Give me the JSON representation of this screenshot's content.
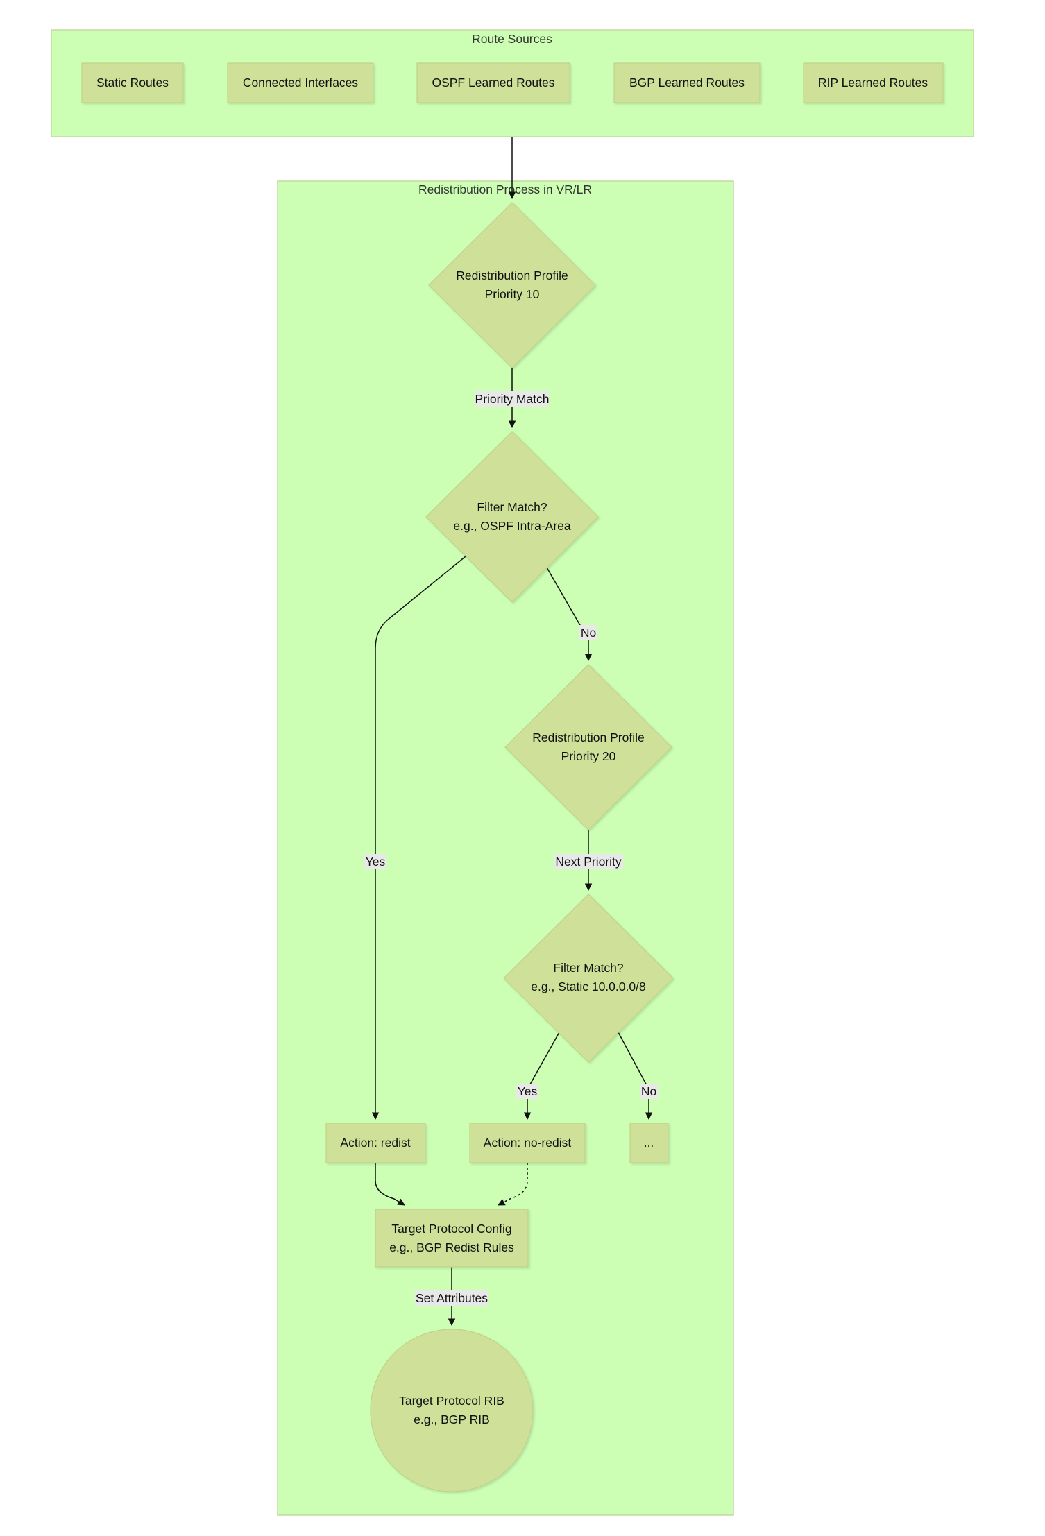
{
  "clusters": {
    "sources": {
      "title": "Route Sources"
    },
    "process": {
      "title": "Redistribution Process in VR/LR"
    }
  },
  "sources": [
    {
      "label": "Static Routes"
    },
    {
      "label": "Connected Interfaces"
    },
    {
      "label": "OSPF Learned Routes"
    },
    {
      "label": "BGP Learned Routes"
    },
    {
      "label": "RIP Learned Routes"
    }
  ],
  "nodes": {
    "profile10": {
      "line1": "Redistribution Profile",
      "line2": "Priority 10"
    },
    "filter1": {
      "line1": "Filter Match?",
      "line2": "e.g., OSPF Intra-Area"
    },
    "profile20": {
      "line1": "Redistribution Profile",
      "line2": "Priority 20"
    },
    "filter2": {
      "line1": "Filter Match?",
      "line2": "e.g., Static 10.0.0.0/8"
    },
    "action_redist": {
      "label": "Action: redist"
    },
    "action_noredist": {
      "label": "Action: no-redist"
    },
    "ellipsis": {
      "label": "..."
    },
    "target_config": {
      "line1": "Target Protocol Config",
      "line2": "e.g., BGP Redist Rules"
    },
    "target_rib": {
      "line1": "Target Protocol RIB",
      "line2": "e.g., BGP RIB"
    }
  },
  "edges": {
    "priority_match": "Priority Match",
    "filter1_yes": "Yes",
    "filter1_no": "No",
    "next_priority": "Next Priority",
    "filter2_yes": "Yes",
    "filter2_no": "No",
    "set_attributes": "Set Attributes"
  },
  "colors": {
    "cluster_fill": "#ccffb4",
    "node_fill": "#cfe199",
    "edge": "#111111",
    "edge_label_bg": "#e8e8e8"
  }
}
